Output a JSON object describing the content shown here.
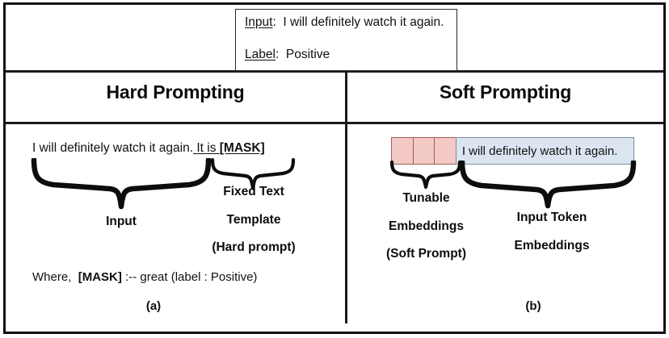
{
  "figure": {
    "header": {
      "input_key": "Input",
      "input_sep": ":",
      "input_value": "I will definitely watch it again.",
      "label_key": "Label",
      "label_sep": ":",
      "label_value": "Positive"
    },
    "columns": {
      "hard_title": "Hard Prompting",
      "soft_title": "Soft Prompting"
    },
    "hard": {
      "sentence_plain": "I will definitely watch it again.",
      "sentence_template_prefix": "It is ",
      "sentence_mask": "[MASK]",
      "brace_input_label": "Input",
      "fixed_text_lines": [
        "Fixed Text",
        "Template",
        "(Hard prompt)"
      ],
      "where_prefix": "Where,",
      "where_mask": "[MASK]",
      "where_suffix": ":-- great (label : Positive)",
      "subfigure": "(a)"
    },
    "soft": {
      "tunable_cells": [
        "",
        "",
        ""
      ],
      "token_text": "I will definitely watch it again.",
      "tunable_lines": [
        "Tunable",
        "Embeddings",
        "(Soft Prompt)"
      ],
      "input_token_lines": [
        "Input Token",
        "Embeddings"
      ],
      "subfigure": "(b)"
    },
    "colors": {
      "soft_prompt_fill": "#f2c9c5",
      "soft_prompt_border": "#9d5f5a",
      "token_fill": "#dbe5f1",
      "token_border": "#7d8b9c",
      "frame": "#111111",
      "text": "#111111"
    }
  }
}
